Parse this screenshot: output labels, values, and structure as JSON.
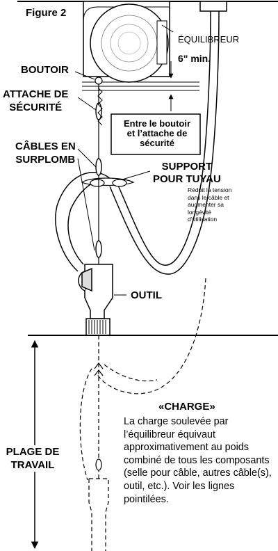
{
  "figure_label": "Figure 2",
  "balancer_label": "ÉQUILIBREUR",
  "clearance_label": "6\" min.",
  "bumper_label": "BOUTOIR",
  "safety_attachment_label": [
    "ATTACHE DE",
    "SÉCURITÉ"
  ],
  "overhead_cables_label": [
    "CÂBLES EN",
    "SURPLOMB"
  ],
  "between_box_lines": [
    "Entre le boutoir",
    "et l’attache de",
    "sécurité"
  ],
  "hose_support_label": [
    "SUPPORT",
    "POUR TUYAU"
  ],
  "hose_support_note": [
    "Réduit la tension",
    "dans le câble et",
    "augmenter sa",
    "longévité",
    "d’utilisation"
  ],
  "tool_label": "OUTIL",
  "charge_title": "«CHARGE»",
  "charge_description": "La charge soulevée par l’équilibreur équivaut approximativement au poids combiné de tous les composants (selle pour câble, autres câble(s), outil, etc.). Voir les lignes pointilées.",
  "work_range_label": [
    "PLAGE DE",
    "TRAVAIL"
  ]
}
